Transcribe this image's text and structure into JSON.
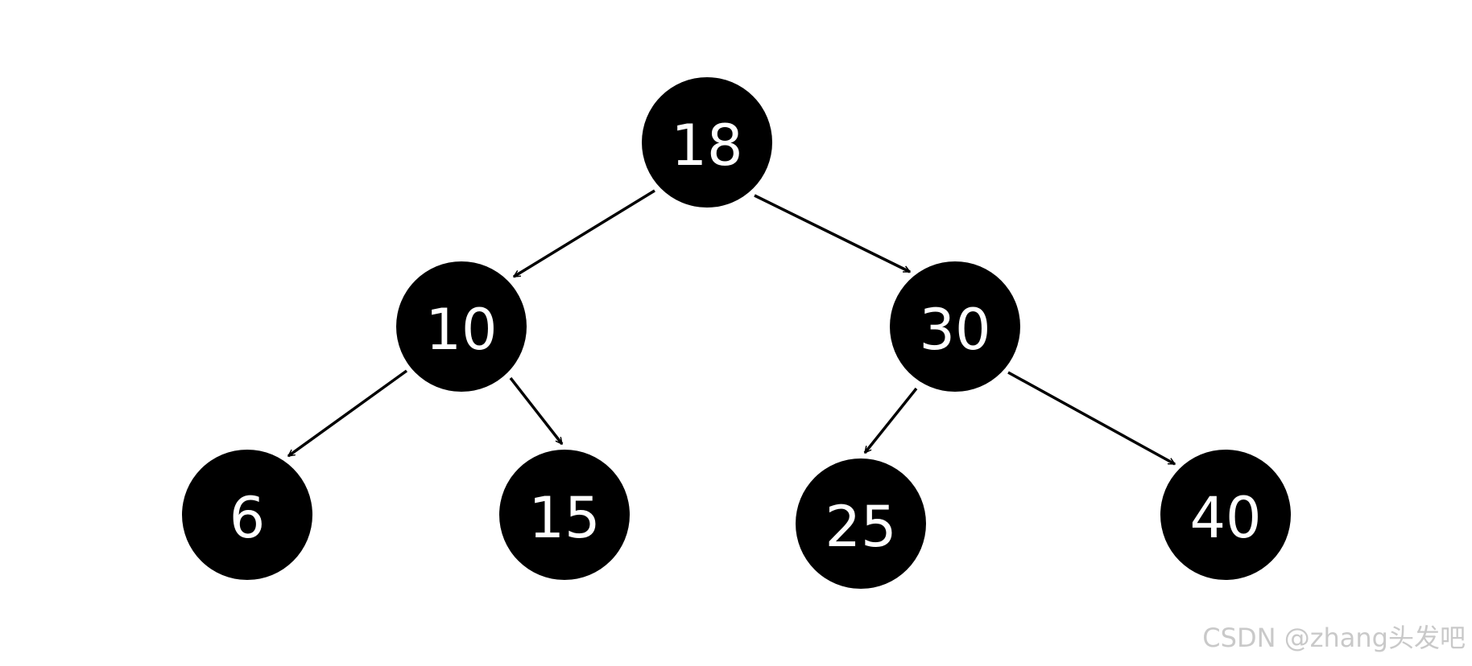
{
  "diagram": {
    "nodes": [
      {
        "id": "n18",
        "label": "18"
      },
      {
        "id": "n10",
        "label": "10"
      },
      {
        "id": "n30",
        "label": "30"
      },
      {
        "id": "n6",
        "label": "6"
      },
      {
        "id": "n15",
        "label": "15"
      },
      {
        "id": "n25",
        "label": "25"
      },
      {
        "id": "n40",
        "label": "40"
      }
    ],
    "edges": [
      {
        "from": "n18",
        "to": "n10"
      },
      {
        "from": "n18",
        "to": "n30"
      },
      {
        "from": "n10",
        "to": "n6"
      },
      {
        "from": "n10",
        "to": "n15"
      },
      {
        "from": "n30",
        "to": "n25"
      },
      {
        "from": "n30",
        "to": "n40"
      }
    ],
    "node_color": "#000000",
    "label_color": "#ffffff"
  },
  "watermark": {
    "text": "CSDN @zhang头发吧"
  }
}
